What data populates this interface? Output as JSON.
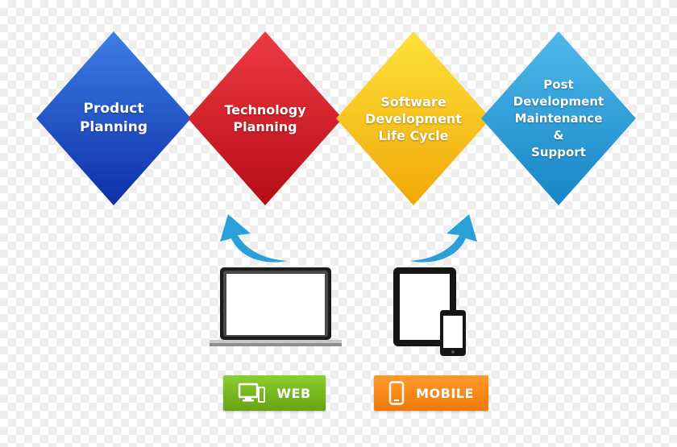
{
  "stages": [
    {
      "name": "stage-product-planning",
      "label": "Product\nPlanning",
      "color_light": "#3d7ee6",
      "color_dark": "#0d2fa8",
      "size": "lbl-lg"
    },
    {
      "name": "stage-technology-planning",
      "label": "Technology\nPlanning",
      "color_light": "#ef3a44",
      "color_dark": "#b50c16",
      "size": "lbl-md"
    },
    {
      "name": "stage-software-development-life-cycle",
      "label": "Software\nDevelopment\nLife Cycle",
      "color_light": "#fde23a",
      "color_dark": "#f1a808",
      "size": "lbl-md"
    },
    {
      "name": "stage-post-development-maintenance-support",
      "label": "Post\nDevelopment\nMaintenance &\nSupport",
      "color_light": "#4fb9ea",
      "color_dark": "#1785c7",
      "size": "lbl-sm"
    }
  ],
  "platforms": {
    "web": {
      "label": "WEB",
      "icon": "desktop-mobile-icon",
      "color": "#7cbf22"
    },
    "mobile": {
      "label": "MOBILE",
      "icon": "smartphone-icon",
      "color": "#f7890f"
    }
  },
  "arrow_color": "#2a9fd8"
}
